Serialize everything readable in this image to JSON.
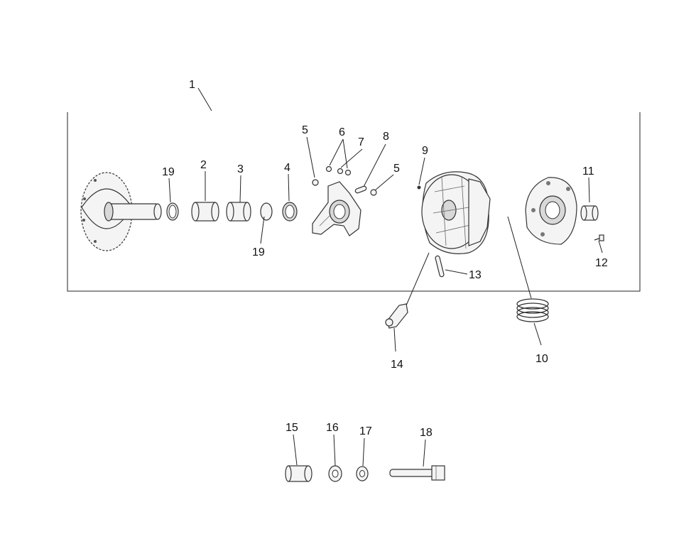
{
  "callouts": {
    "c1": "1",
    "c2": "2",
    "c3": "3",
    "c4": "4",
    "c5a": "5",
    "c5b": "5",
    "c6": "6",
    "c7": "7",
    "c8": "8",
    "c9": "9",
    "c10": "10",
    "c11": "11",
    "c12": "12",
    "c13": "13",
    "c14": "14",
    "c15": "15",
    "c16": "16",
    "c17": "17",
    "c18": "18",
    "c19a": "19",
    "c19b": "19"
  }
}
